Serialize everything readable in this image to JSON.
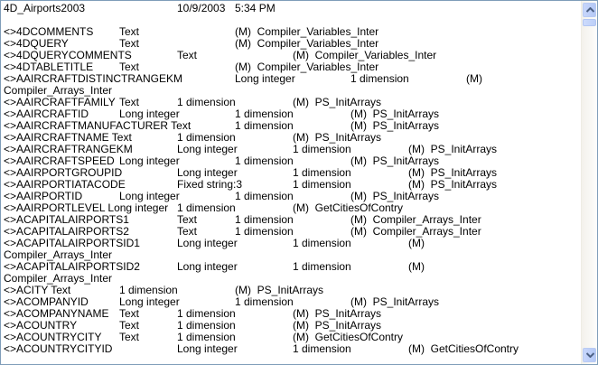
{
  "document": {
    "lines": [
      "4D_Airports2003\t\t10/9/2003\t5:34 PM",
      "",
      "<>4DCOMMENTS\tText\t\t(M)  Compiler_Variables_Inter",
      "<>4DQUERY\tText\t\t(M)  Compiler_Variables_Inter",
      "<>4DQUERYCOMMENTS\tText\t\t(M)  Compiler_Variables_Inter",
      "<>4DTABLETITLE\tText\t\t(M)  Compiler_Variables_Inter",
      "<>AAIRCRAFTDISTINCTRANGEKM\tLong integer\t1 dimension\t(M)",
      "Compiler_Arrays_Inter",
      "<>AAIRCRAFTFAMILY\tText\t1 dimension\t(M)  PS_InitArrays",
      "<>AAIRCRAFTID\tLong integer\t1 dimension\t(M)  PS_InitArrays",
      "<>AAIRCRAFTMANUFACTURER Text\t1 dimension\t(M)  PS_InitArrays",
      "<>AAIRCRAFTNAME Text\t1 dimension\t(M)  PS_InitArrays",
      "<>AAIRCRAFTRANGEKM\tLong integer\t1 dimension\t(M)  PS_InitArrays",
      "<>AAIRCRAFTSPEED\tLong integer\t1 dimension\t(M)  PS_InitArrays",
      "<>AAIRPORTGROUPID\tLong integer\t1 dimension\t(M)  PS_InitArrays",
      "<>AAIRPORTIATACODE\tFixed string:3\t1 dimension\t(M)  PS_InitArrays",
      "<>AAIRPORTID\tLong integer\t1 dimension\t(M)  PS_InitArrays",
      "<>AAIRPORTLEVEL Long integer\t1 dimension\t(M)  GetCitiesOfContry",
      "<>ACAPITALAIRPORTS1\tText\t1 dimension\t(M)  Compiler_Arrays_Inter",
      "<>ACAPITALAIRPORTS2\tText\t1 dimension\t(M)  Compiler_Arrays_Inter",
      "<>ACAPITALAIRPORTSID1\tLong integer\t1 dimension\t(M)",
      "Compiler_Arrays_Inter",
      "<>ACAPITALAIRPORTSID2\tLong integer\t1 dimension\t(M)",
      "Compiler_Arrays_Inter",
      "<>ACITY Text\t1 dimension\t(M)  PS_InitArrays",
      "<>ACOMPANYID\tLong integer\t1 dimension\t(M)  PS_InitArrays",
      "<>ACOMPANYNAME\tText\t1 dimension\t(M)  PS_InitArrays",
      "<>ACOUNTRY\tText\t1 dimension\t(M)  PS_InitArrays",
      "<>ACOUNTRYCITY\tText\t1 dimension\t(M)  GetCitiesOfContry",
      "<>ACOUNTRYCITYID\t\tLong integer\t1 dimension\t(M)  GetCitiesOfContry"
    ]
  },
  "scrollbar": {
    "up_icon": "chevron-up-icon",
    "down_icon": "chevron-down-icon",
    "accent": "#b4c8f6",
    "position": 0
  }
}
